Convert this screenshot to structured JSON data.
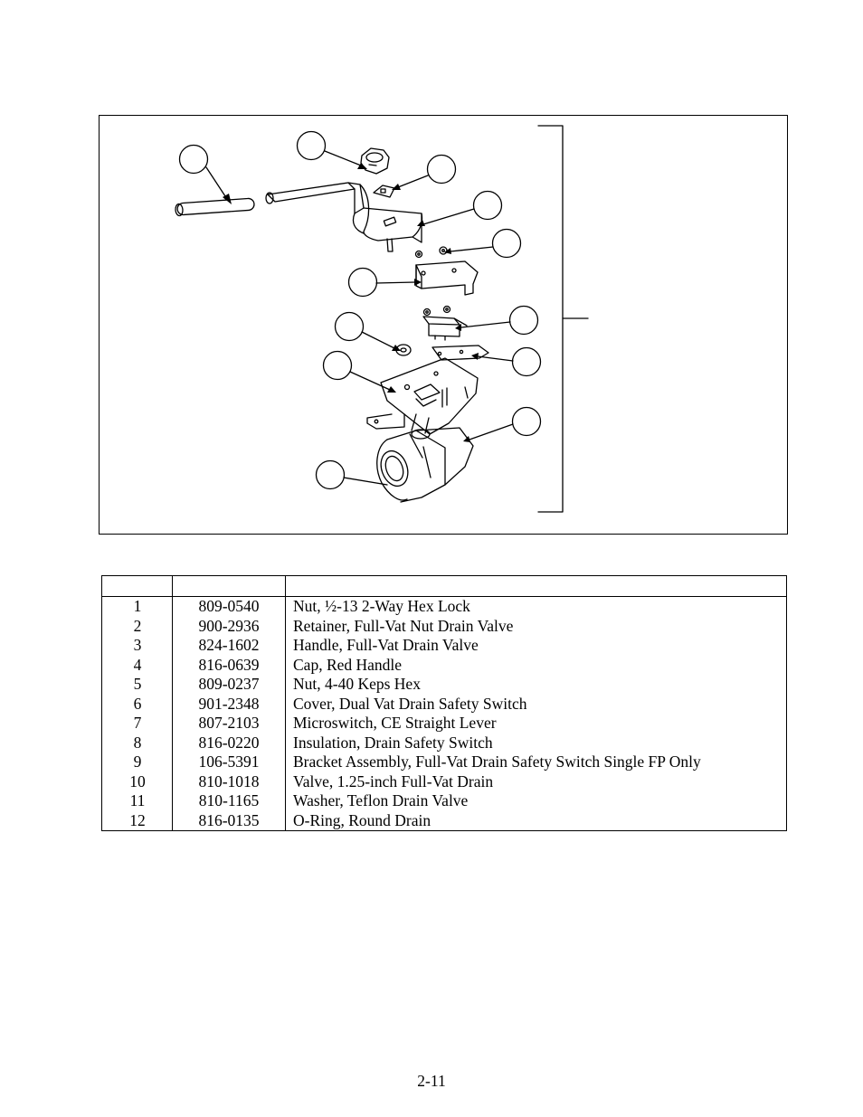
{
  "parts_table": {
    "headers": {
      "item": "",
      "part": "",
      "component": ""
    },
    "rows": [
      {
        "item": "1",
        "part": "809-0540",
        "description": "Nut, ½-13 2-Way Hex Lock"
      },
      {
        "item": "2",
        "part": "900-2936",
        "description": "Retainer, Full-Vat Nut Drain Valve"
      },
      {
        "item": "3",
        "part": "824-1602",
        "description": "Handle, Full-Vat Drain Valve"
      },
      {
        "item": "4",
        "part": "816-0639",
        "description": "Cap, Red Handle"
      },
      {
        "item": "5",
        "part": "809-0237",
        "description": "Nut, 4-40 Keps Hex"
      },
      {
        "item": "6",
        "part": "901-2348",
        "description": "Cover, Dual Vat Drain Safety Switch"
      },
      {
        "item": "7",
        "part": "807-2103",
        "description": "Microswitch, CE Straight Lever"
      },
      {
        "item": "8",
        "part": "816-0220",
        "description": "Insulation, Drain Safety Switch"
      },
      {
        "item": "9",
        "part": "106-5391",
        "description": "Bracket Assembly, Full-Vat Drain Safety Switch Single FP Only"
      },
      {
        "item": "10",
        "part": "810-1018",
        "description": "Valve, 1.25-inch Full-Vat Drain"
      },
      {
        "item": "11",
        "part": "810-1165",
        "description": "Washer, Teflon Drain Valve"
      },
      {
        "item": "12",
        "part": "816-0135",
        "description": "O-Ring, Round Drain"
      }
    ]
  },
  "page_number": "2-11"
}
